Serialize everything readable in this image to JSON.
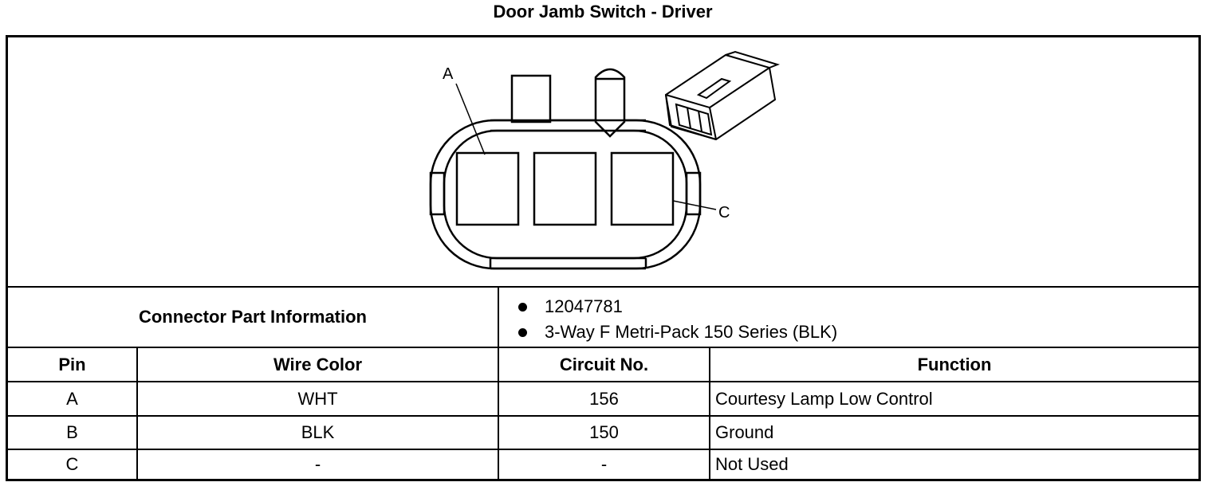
{
  "title": "Door Jamb Switch - Driver",
  "diagram": {
    "pin_label_a": "A",
    "pin_label_c": "C"
  },
  "connector_info": {
    "label": "Connector Part Information",
    "items": [
      "12047781",
      "3-Way F Metri-Pack 150 Series (BLK)"
    ]
  },
  "table": {
    "headers": [
      "Pin",
      "Wire Color",
      "Circuit No.",
      "Function"
    ],
    "rows": [
      [
        "A",
        "WHT",
        "156",
        "Courtesy Lamp Low Control"
      ],
      [
        "B",
        "BLK",
        "150",
        "Ground"
      ],
      [
        "C",
        "-",
        "-",
        "Not Used"
      ]
    ]
  }
}
